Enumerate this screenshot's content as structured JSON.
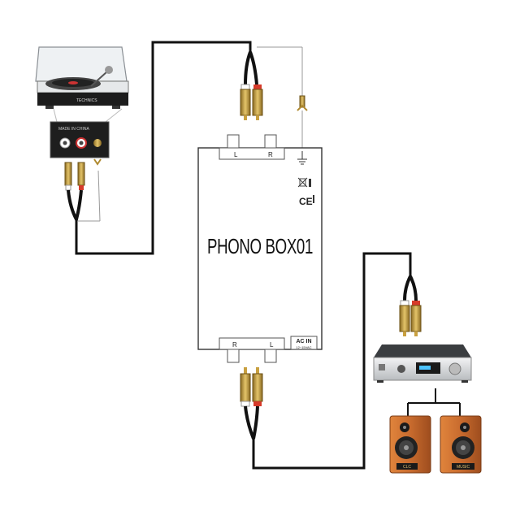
{
  "device": {
    "title": "PHONO BOX01",
    "input_left": "L",
    "input_right": "R",
    "output_right": "R",
    "output_left": "L",
    "ac_in_label": "AC IN",
    "ac_in_spec": "12~15VAC",
    "ce_mark": "CE"
  },
  "turntable": {
    "panel_text": "MADE IN CHINA",
    "brand_text": "TECHNICS"
  },
  "speakers": {
    "left_badge": "CLC",
    "right_badge": "MUSIC"
  },
  "colors": {
    "cable": "#111111",
    "rca_gold": "#c8a040",
    "rca_red": "#d63a2a",
    "wood": "#c86b2e",
    "amp_silver": "#d8dadc"
  }
}
